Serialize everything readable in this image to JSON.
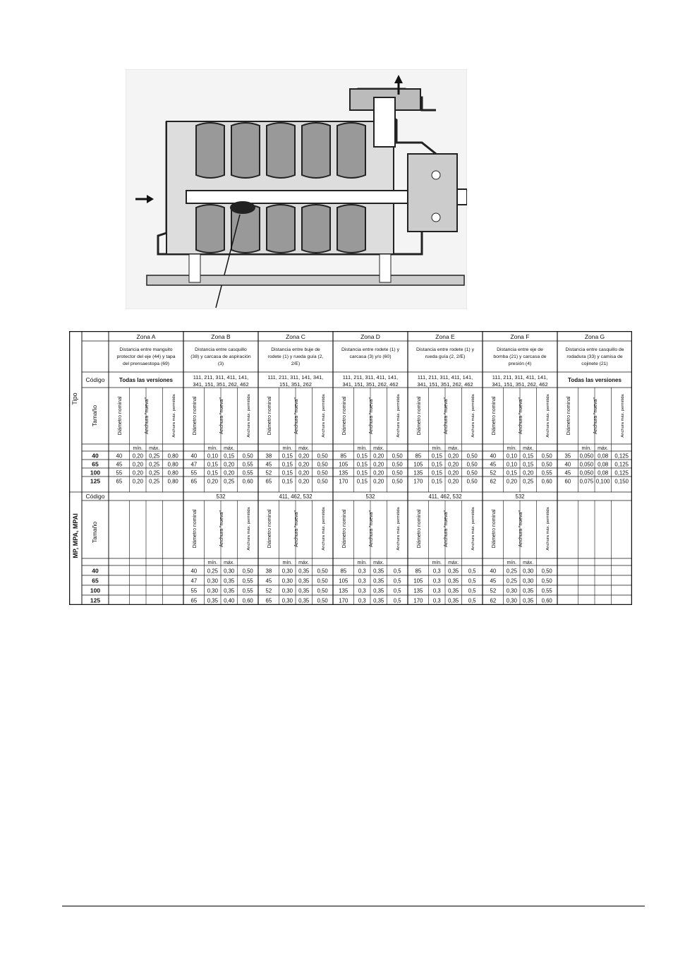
{
  "table": {
    "header_tipo": "Tipo",
    "label_codigo": "Código",
    "label_tamano": "Tamaño",
    "label_min": "mín.",
    "label_max": "máx.",
    "lower_tipo": "MP, MPA, MPAI",
    "sizes": [
      "40",
      "65",
      "100",
      "125"
    ],
    "zones": [
      {
        "name": "Zona A",
        "description": [
          "Distancia entre manguito",
          "protector del eje (44) y tapa",
          "del prensaestopa (69)"
        ],
        "codes_top": [
          "Todas las versiones"
        ],
        "col_labels": [
          "Diámetro nominal",
          "Anchura \"nueva\"",
          "Anchura máx. permitida"
        ],
        "rows_top": [
          [
            "40",
            "0,20",
            "0,25",
            "0,80"
          ],
          [
            "45",
            "0,20",
            "0,25",
            "0,80"
          ],
          [
            "55",
            "0,20",
            "0,25",
            "0,80"
          ],
          [
            "65",
            "0,20",
            "0,25",
            "0,80"
          ]
        ],
        "codes_bottom": "",
        "rows_bottom": [
          [
            "",
            "",
            "",
            ""
          ],
          [
            "",
            "",
            "",
            ""
          ],
          [
            "",
            "",
            "",
            ""
          ],
          [
            "",
            "",
            "",
            ""
          ]
        ]
      },
      {
        "name": "Zona B",
        "description": [
          "Distancia entre casquillo",
          "(38) y carcasa de aspiración",
          "(3)"
        ],
        "codes_top": [
          "111, 211, 311, 411, 141,",
          "341, 151, 351, 262, 462"
        ],
        "col_labels": [
          "Diámetro nominal",
          "Anchura \"nueva\"",
          "Anchura máx. permitida"
        ],
        "rows_top": [
          [
            "40",
            "0,10",
            "0,15",
            "0,50"
          ],
          [
            "47",
            "0,15",
            "0,20",
            "0,55"
          ],
          [
            "55",
            "0,15",
            "0,20",
            "0,55"
          ],
          [
            "65",
            "0,20",
            "0,25",
            "0,60"
          ]
        ],
        "codes_bottom": "532",
        "rows_bottom": [
          [
            "40",
            "0,25",
            "0,30",
            "0,50"
          ],
          [
            "47",
            "0,30",
            "0,35",
            "0,55"
          ],
          [
            "55",
            "0,30",
            "0,35",
            "0,55"
          ],
          [
            "65",
            "0,35",
            "0,40",
            "0,60"
          ]
        ]
      },
      {
        "name": "Zona C",
        "description": [
          "Distancia entre buje de",
          "rodete (1) y rueda guía (2,",
          "2/E)"
        ],
        "codes_top": [
          "111, 211, 311, 141, 341,",
          "151, 351, 262"
        ],
        "col_labels": [
          "Diámetro nominal",
          "Anchura \"nueva\"",
          "Anchura máx. permitida"
        ],
        "rows_top": [
          [
            "38",
            "0,15",
            "0,20",
            "0,50"
          ],
          [
            "45",
            "0,15",
            "0,20",
            "0,50"
          ],
          [
            "52",
            "0,15",
            "0,20",
            "0,50"
          ],
          [
            "65",
            "0,15",
            "0,20",
            "0,50"
          ]
        ],
        "codes_bottom": "411, 462, 532",
        "rows_bottom": [
          [
            "38",
            "0,30",
            "0,35",
            "0,50"
          ],
          [
            "45",
            "0,30",
            "0,35",
            "0,50"
          ],
          [
            "52",
            "0,30",
            "0,35",
            "0,50"
          ],
          [
            "65",
            "0,30",
            "0,35",
            "0,50"
          ]
        ]
      },
      {
        "name": "Zona D",
        "description": [
          "Distancia entre rodete (1) y",
          "carcasa (3) y/o (60)"
        ],
        "codes_top": [
          "111, 211, 311, 411, 141,",
          "341, 151, 351, 262, 462"
        ],
        "col_labels": [
          "Diámetro nominal",
          "Anchura \"nueva\"",
          "Anchura máx. permitida"
        ],
        "rows_top": [
          [
            "85",
            "0,15",
            "0,20",
            "0,50"
          ],
          [
            "105",
            "0,15",
            "0,20",
            "0,50"
          ],
          [
            "135",
            "0,15",
            "0,20",
            "0,50"
          ],
          [
            "170",
            "0,15",
            "0,20",
            "0,50"
          ]
        ],
        "codes_bottom": "532",
        "rows_bottom": [
          [
            "85",
            "0,3",
            "0,35",
            "0,5"
          ],
          [
            "105",
            "0,3",
            "0,35",
            "0,5"
          ],
          [
            "135",
            "0,3",
            "0,35",
            "0,5"
          ],
          [
            "170",
            "0,3",
            "0,35",
            "0,5"
          ]
        ]
      },
      {
        "name": "Zona E",
        "description": [
          "Distancia entre rodete (1) y",
          "rueda guía (2, 2/E)"
        ],
        "codes_top": [
          "111, 211, 311, 411, 141,",
          "341, 151, 351, 262, 462"
        ],
        "col_labels": [
          "Diámetro nominal",
          "Anchura \"nueva\"",
          "Anchura máx. permitida"
        ],
        "rows_top": [
          [
            "85",
            "0,15",
            "0,20",
            "0,50"
          ],
          [
            "105",
            "0,15",
            "0,20",
            "0,50"
          ],
          [
            "135",
            "0,15",
            "0,20",
            "0,50"
          ],
          [
            "170",
            "0,15",
            "0,20",
            "0,50"
          ]
        ],
        "codes_bottom": "411, 462, 532",
        "rows_bottom": [
          [
            "85",
            "0,3",
            "0,35",
            "0,5"
          ],
          [
            "105",
            "0,3",
            "0,35",
            "0,5"
          ],
          [
            "135",
            "0,3",
            "0,35",
            "0,5"
          ],
          [
            "170",
            "0,3",
            "0,35",
            "0,5"
          ]
        ]
      },
      {
        "name": "Zona F",
        "description": [
          "Distancia entre eje de",
          "bomba (21) y carcasa de",
          "presión (4)"
        ],
        "codes_top": [
          "111, 211, 311, 411, 141,",
          "341, 151, 351, 262, 462"
        ],
        "col_labels": [
          "Diámetro nominal",
          "Anchura \"nueva\"",
          "Anchura máx. permitida"
        ],
        "rows_top": [
          [
            "40",
            "0,10",
            "0,15",
            "0,50"
          ],
          [
            "45",
            "0,10",
            "0,15",
            "0,50"
          ],
          [
            "52",
            "0,15",
            "0,20",
            "0,55"
          ],
          [
            "62",
            "0,20",
            "0,25",
            "0,60"
          ]
        ],
        "codes_bottom": "532",
        "rows_bottom": [
          [
            "40",
            "0,25",
            "0,30",
            "0,50"
          ],
          [
            "45",
            "0,25",
            "0,30",
            "0,50"
          ],
          [
            "52",
            "0,30",
            "0,35",
            "0,55"
          ],
          [
            "62",
            "0,30",
            "0,35",
            "0,60"
          ]
        ]
      },
      {
        "name": "Zona G",
        "description": [
          "Distancia entre casquillo de",
          "rodadura (33) y camisa de",
          "cojinete (21)"
        ],
        "codes_top": [
          "Todas las versiones"
        ],
        "col_labels": [
          "Diámetro nominal",
          "Anchura \"nueva\"",
          "Anchura máx. permitida"
        ],
        "rows_top": [
          [
            "35",
            "0,050",
            "0,08",
            "0,125"
          ],
          [
            "40",
            "0,050",
            "0,08",
            "0,125"
          ],
          [
            "45",
            "0,050",
            "0,08",
            "0,125"
          ],
          [
            "60",
            "0,075",
            "0,100",
            "0,150"
          ]
        ],
        "codes_bottom": "",
        "rows_bottom": [
          [
            "",
            "",
            "",
            ""
          ],
          [
            "",
            "",
            "",
            ""
          ],
          [
            "",
            "",
            "",
            ""
          ],
          [
            "",
            "",
            "",
            ""
          ]
        ]
      }
    ]
  }
}
